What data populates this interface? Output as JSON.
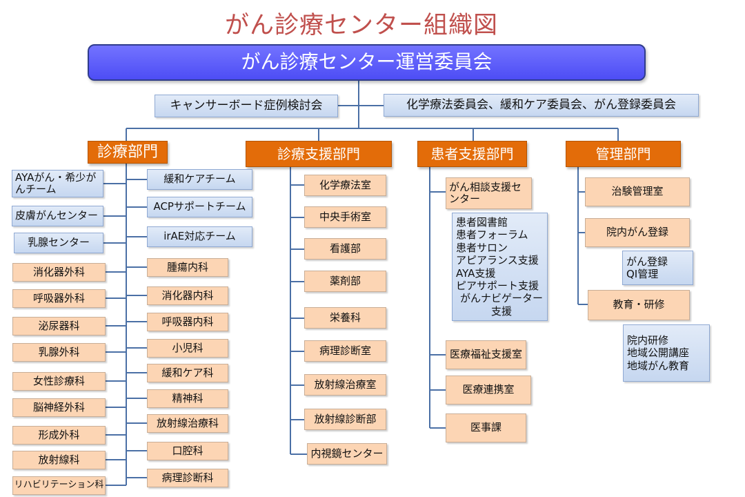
{
  "title": "がん診療センター組織図",
  "committee": "がん診療センター運営委員会",
  "sub_left": "キャンサーボード症例検討会",
  "sub_right": "化学療法委員会、緩和ケア委員会、がん登録委員会",
  "departments": {
    "clinical": {
      "label": "診療部門",
      "left": [
        "AYAがん・希少がんチーム",
        "皮膚がんセンター",
        "乳腺センター",
        "消化器外科",
        "呼吸器外科",
        "泌尿器科",
        "乳腺外科",
        "女性診療科",
        "脳神経外科",
        "形成外科",
        "放射線科",
        "リハビリテーション科"
      ],
      "right": [
        "緩和ケアチーム",
        "ACPサポートチーム",
        "irAE対応チーム",
        "腫瘍内科",
        "消化器内科",
        "呼吸器内科",
        "小児科",
        "緩和ケア科",
        "精神科",
        "放射線治療科",
        "口腔科",
        "病理診断科"
      ]
    },
    "support": {
      "label": "診療支援部門",
      "items": [
        "化学療法室",
        "中央手術室",
        "看護部",
        "薬剤部",
        "栄養科",
        "病理診断室",
        "放射線治療室",
        "放射線診断部",
        "内視鏡センター"
      ]
    },
    "patient": {
      "label": "患者支援部門",
      "consult": "がん相談支援センター",
      "consult_items": [
        "患者図書館",
        "患者フォーラム",
        "患者サロン",
        "アピアランス支援",
        "AYA支援",
        "ピアサポート支援",
        "がんナビゲーター支援"
      ],
      "items": [
        "医療福祉支援室",
        "医療連携室",
        "医事課"
      ]
    },
    "admin": {
      "label": "管理部門",
      "items": [
        "治験管理室",
        "院内がん登録",
        "教育・研修"
      ],
      "registry_items": [
        "がん登録",
        "QI管理"
      ],
      "education_items": [
        "院内研修",
        "地域公開講座",
        "地域がん教育"
      ]
    }
  }
}
